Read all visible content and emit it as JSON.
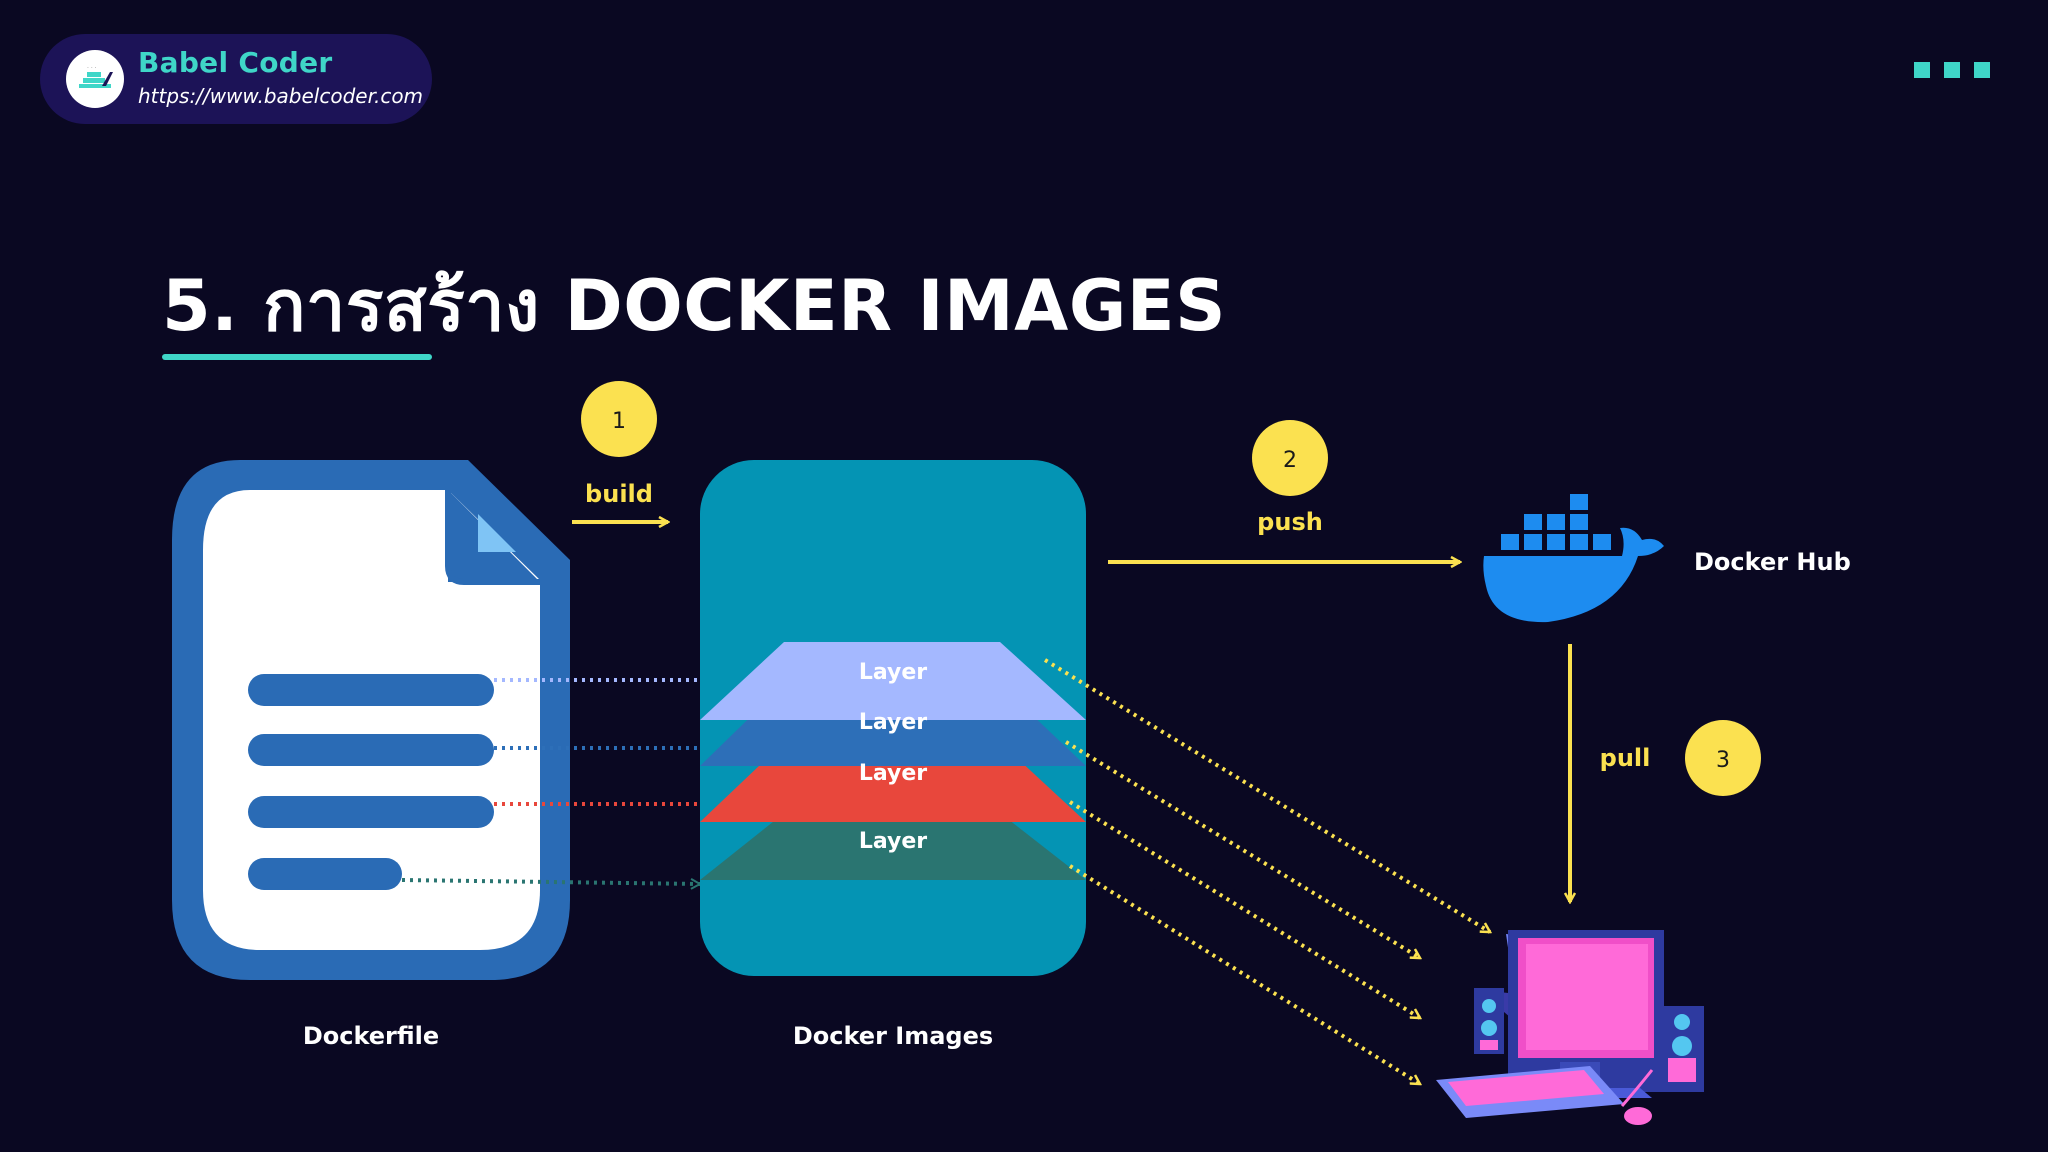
{
  "brand": {
    "name": "Babel Coder",
    "url": "https://www.babelcoder.com"
  },
  "title": "5. การสร้าง DOCKER IMAGES",
  "steps": [
    {
      "number": "1",
      "label": "build"
    },
    {
      "number": "2",
      "label": "push"
    },
    {
      "number": "3",
      "label": "pull"
    }
  ],
  "nodes": {
    "dockerfile": "Dockerfile",
    "docker_images": "Docker Images",
    "docker_hub": "Docker Hub"
  },
  "layers": [
    "Layer",
    "Layer",
    "Layer",
    "Layer"
  ],
  "icons": [
    "babel-coder-logo-icon",
    "document-icon",
    "docker-whale-icon",
    "desktop-computer-icon"
  ],
  "colors": {
    "background": "#0a0822",
    "accent": "#3fd6c8",
    "step_yellow": "#fbe150",
    "document_blue": "#2a6bb5",
    "image_teal": "#0494b4",
    "layer_1": "#a4b8ff",
    "layer_2": "#2d6fb8",
    "layer_3": "#e8473c",
    "layer_4": "#2a7571"
  }
}
